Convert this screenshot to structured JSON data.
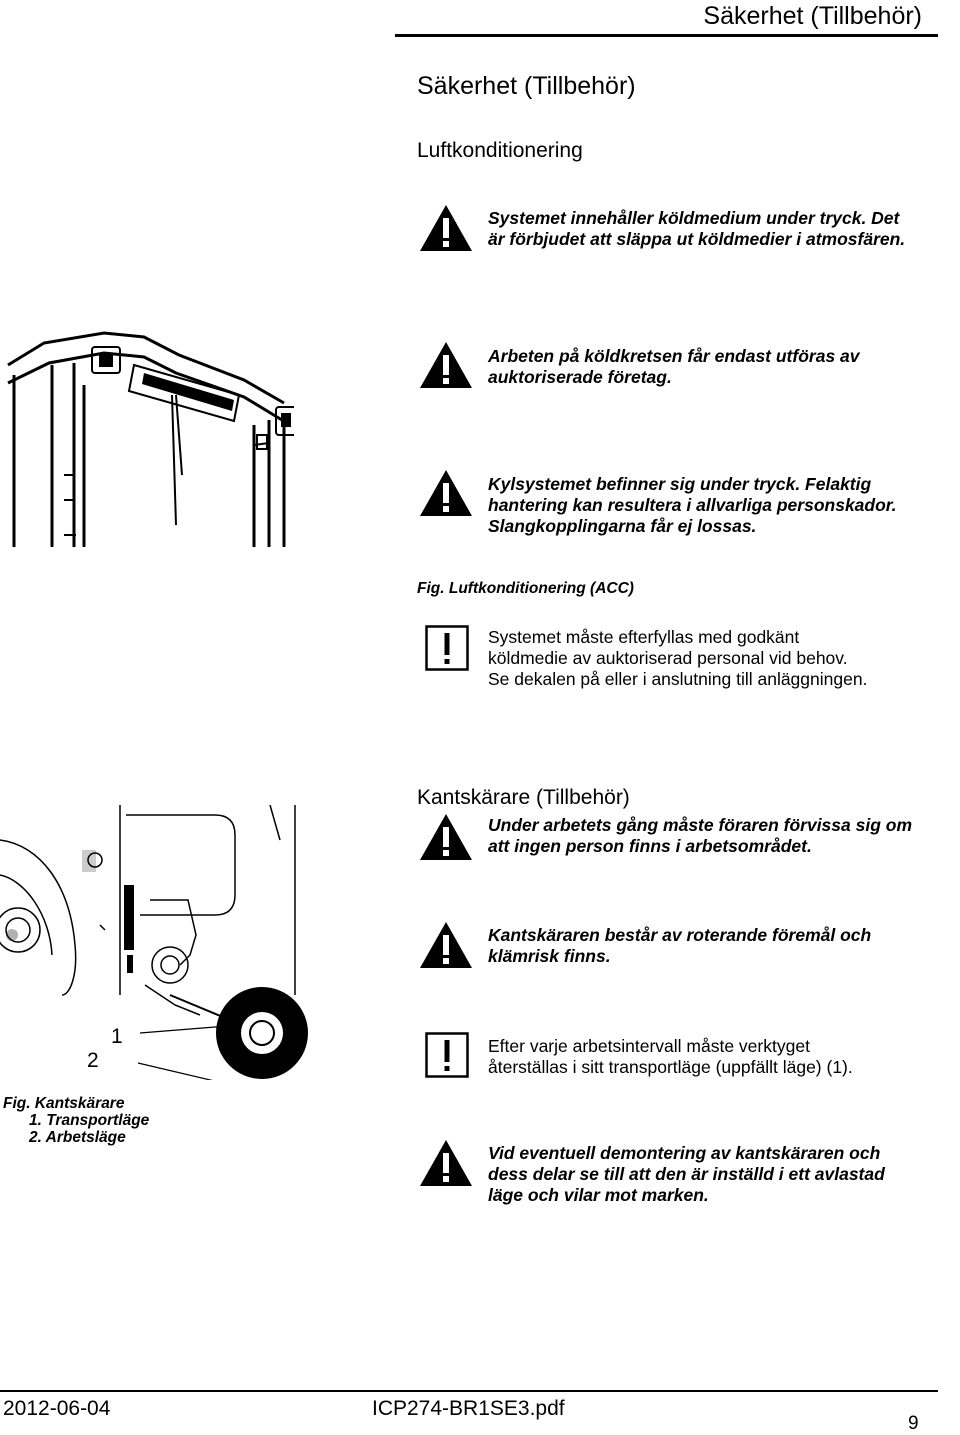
{
  "header": {
    "title": "Säkerhet (Tillbehör)"
  },
  "page": {
    "title": "Säkerhet (Tillbehör)",
    "ac": {
      "heading": "Luftkonditionering",
      "warnings": [
        [
          "Systemet innehåller köldmedium under tryck. Det",
          "är förbjudet att släppa ut köldmedier i atmosfären."
        ],
        [
          "Arbeten på köldkretsen får endast utföras av",
          "auktoriserade företag."
        ],
        [
          "Kylsystemet befinner sig under tryck. Felaktig",
          "hantering kan resultera i allvarliga personskador.",
          "Slangkopplingarna får ej lossas."
        ]
      ],
      "caption": "Fig. Luftkonditionering (ACC)",
      "note": [
        "Systemet måste efterfyllas med godkänt",
        "köldmedie av auktoriserad personal vid behov.",
        "Se dekalen på eller i anslutning till anläggningen."
      ]
    },
    "cutter": {
      "heading": "Kantskärare (Tillbehör)",
      "warnings": [
        [
          "Under arbetets gång måste föraren förvissa sig om",
          "att ingen person finns i arbetsområdet."
        ],
        [
          "Kantskäraren består av roterande föremål och",
          "klämrisk finns."
        ]
      ],
      "note": [
        "Efter varje arbetsintervall måste verktyget",
        "återställas i sitt transportläge (uppfällt läge) (1)."
      ],
      "warning_last": [
        "Vid eventuell demontering av kantskäraren och",
        "dess delar se till att den är inställd i ett avlastad",
        "läge och vilar mot marken."
      ],
      "callout_1": "1",
      "callout_2": "2",
      "caption": [
        "Fig. Kantskärare",
        "1. Transportläge",
        "2. Arbetsläge"
      ]
    }
  },
  "footer": {
    "date": "2012-06-04",
    "file": "ICP274-BR1SE3.pdf",
    "page_number": "9"
  }
}
